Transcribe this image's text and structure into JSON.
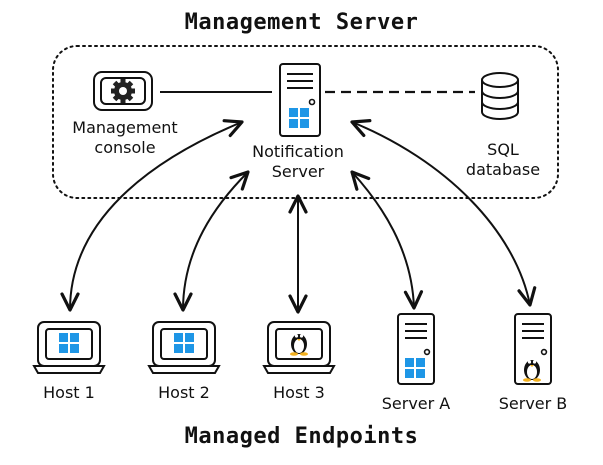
{
  "titles": {
    "top": "Management Server",
    "bottom": "Managed Endpoints"
  },
  "nodes": {
    "console": {
      "line1": "Management",
      "line2": "console",
      "icon": "gear-icon"
    },
    "notification": {
      "line1": "Notification",
      "line2": "Server",
      "icon": "windows-icon"
    },
    "sql": {
      "line1": "SQL",
      "line2": "database",
      "icon": "database-icon"
    },
    "host1": {
      "label": "Host 1",
      "os": "windows"
    },
    "host2": {
      "label": "Host 2",
      "os": "windows"
    },
    "host3": {
      "label": "Host 3",
      "os": "linux"
    },
    "serverA": {
      "label": "Server A",
      "os": "windows"
    },
    "serverB": {
      "label": "Server B",
      "os": "linux"
    }
  },
  "colors": {
    "windows": "#1e96e6",
    "stroke": "#111111"
  }
}
